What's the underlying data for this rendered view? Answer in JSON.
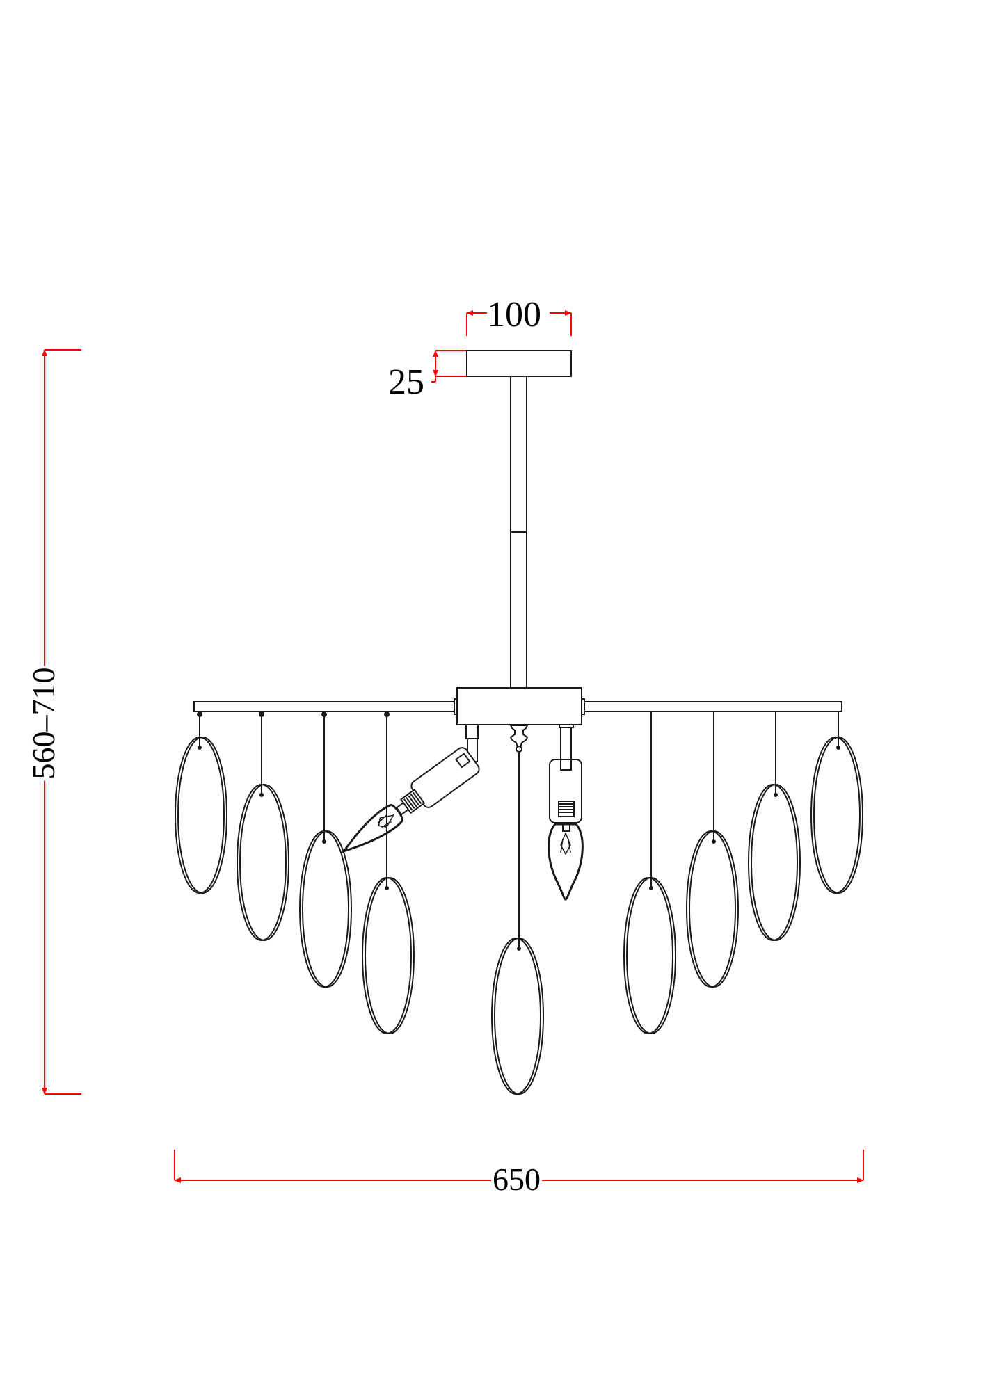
{
  "drawing": {
    "subject": "chandelier technical drawing",
    "line_color": "#1a1a1a",
    "dimension_color": "#ff0000",
    "dimensions": {
      "canopy_width": "100",
      "canopy_height": "25",
      "total_height": "560–710",
      "total_width": "650"
    },
    "components": {
      "canopy": "canopy",
      "stem": "stem",
      "hub": "hub",
      "arms": [
        "left-arm",
        "right-arm"
      ],
      "pendant_count": 9,
      "bulb_count": 2
    }
  }
}
